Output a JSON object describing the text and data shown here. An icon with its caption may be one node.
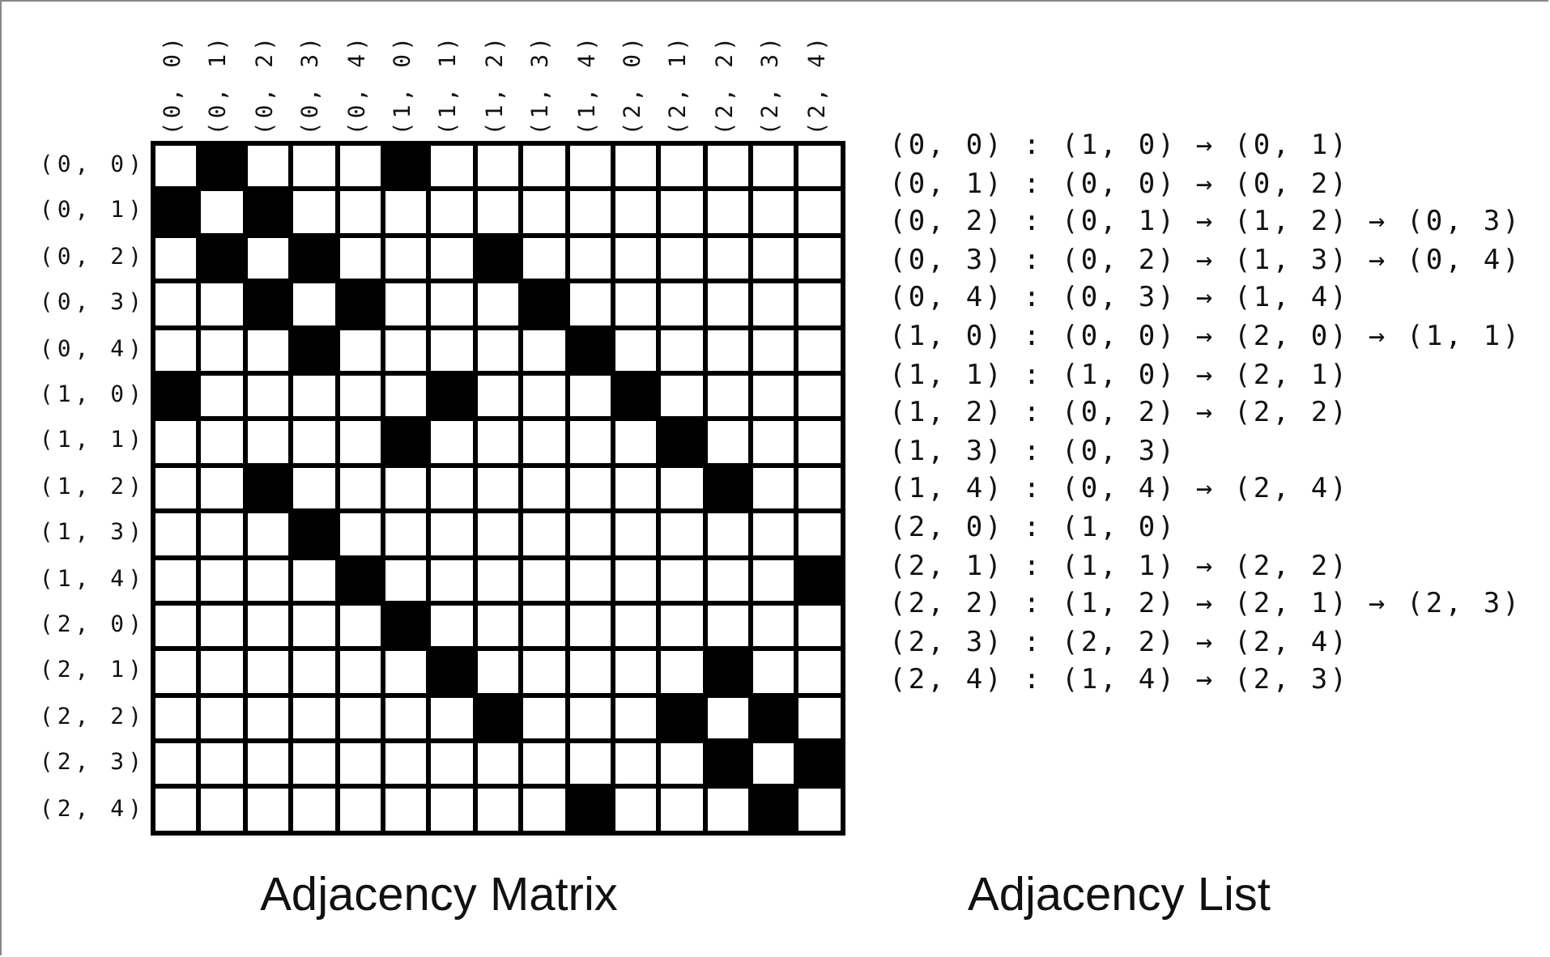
{
  "diagram": {
    "labels": [
      "(0, 0)",
      "(0, 1)",
      "(0, 2)",
      "(0, 3)",
      "(0, 4)",
      "(1, 0)",
      "(1, 1)",
      "(1, 2)",
      "(1, 3)",
      "(1, 4)",
      "(2, 0)",
      "(2, 1)",
      "(2, 2)",
      "(2, 3)",
      "(2, 4)",
      "(0, 0)",
      "(0, 1)",
      "(0, 2)",
      "(0, 3)",
      "(0, 4)",
      "(1, 0)",
      "(1, 1)",
      "(1, 2)",
      "(1, 3)",
      "(1, 4)",
      "(2, 0)",
      "(2, 1)",
      "(2, 2)",
      "(2, 3)",
      "(2, 4)",
      "(0, 0) : (1, 0) → (0, 1)",
      "(0, 1) : (0, 0) → (0, 2)",
      "(0, 2) : (0, 1) → (1, 2) → (0, 3)",
      "(0, 3) : (0, 2) → (1, 3) → (0, 4)",
      "(0, 4) : (0, 3) → (1, 4)",
      "(1, 0) : (0, 0) → (2, 0) → (1, 1)",
      "(1, 1) : (1, 0) → (2, 1)",
      "(1, 2) : (0, 2) → (2, 2)",
      "(1, 3) : (0, 3)",
      "(1, 4) : (0, 4) → (2, 4)",
      "(2, 0) : (1, 0)",
      "(2, 1) : (1, 1) → (2, 2)",
      "(2, 2) : (1, 2) → (2, 1) → (2, 3)",
      "(2, 3) : (2, 2) → (2, 4)",
      "(2, 4) : (1, 4) → (2, 3)",
      "Adjacency Matrix",
      "Adjacency List"
    ]
  }
}
